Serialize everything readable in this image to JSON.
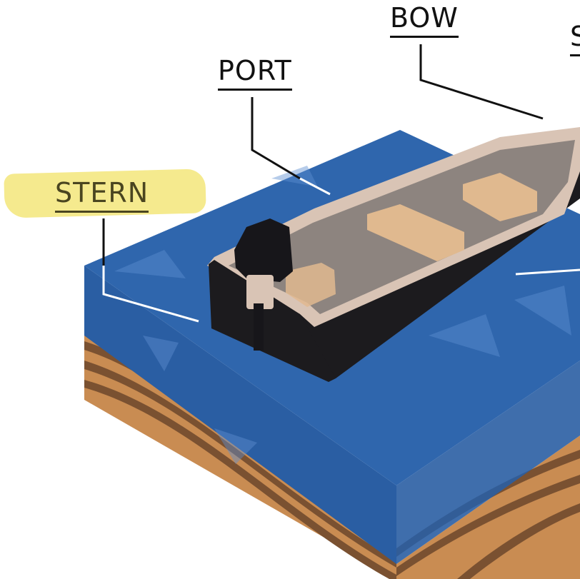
{
  "labels": {
    "bow": "BOW",
    "port": "PORT",
    "stern": "STERN",
    "starboard": "S"
  },
  "colors": {
    "highlight": "#f3e67a",
    "water_top": "#2f66ad",
    "water_side": "#2a5ea3",
    "sand": "#c98c52",
    "earth_stripe": "#7a5131",
    "hull_dark": "#1c1b1e",
    "hull_rim": "#d9c4b5",
    "interior": "#8d847f",
    "seat": "#e0b98f",
    "motor": "#17161a",
    "leader_line": "#111111",
    "pointer_line": "#ffffff"
  }
}
